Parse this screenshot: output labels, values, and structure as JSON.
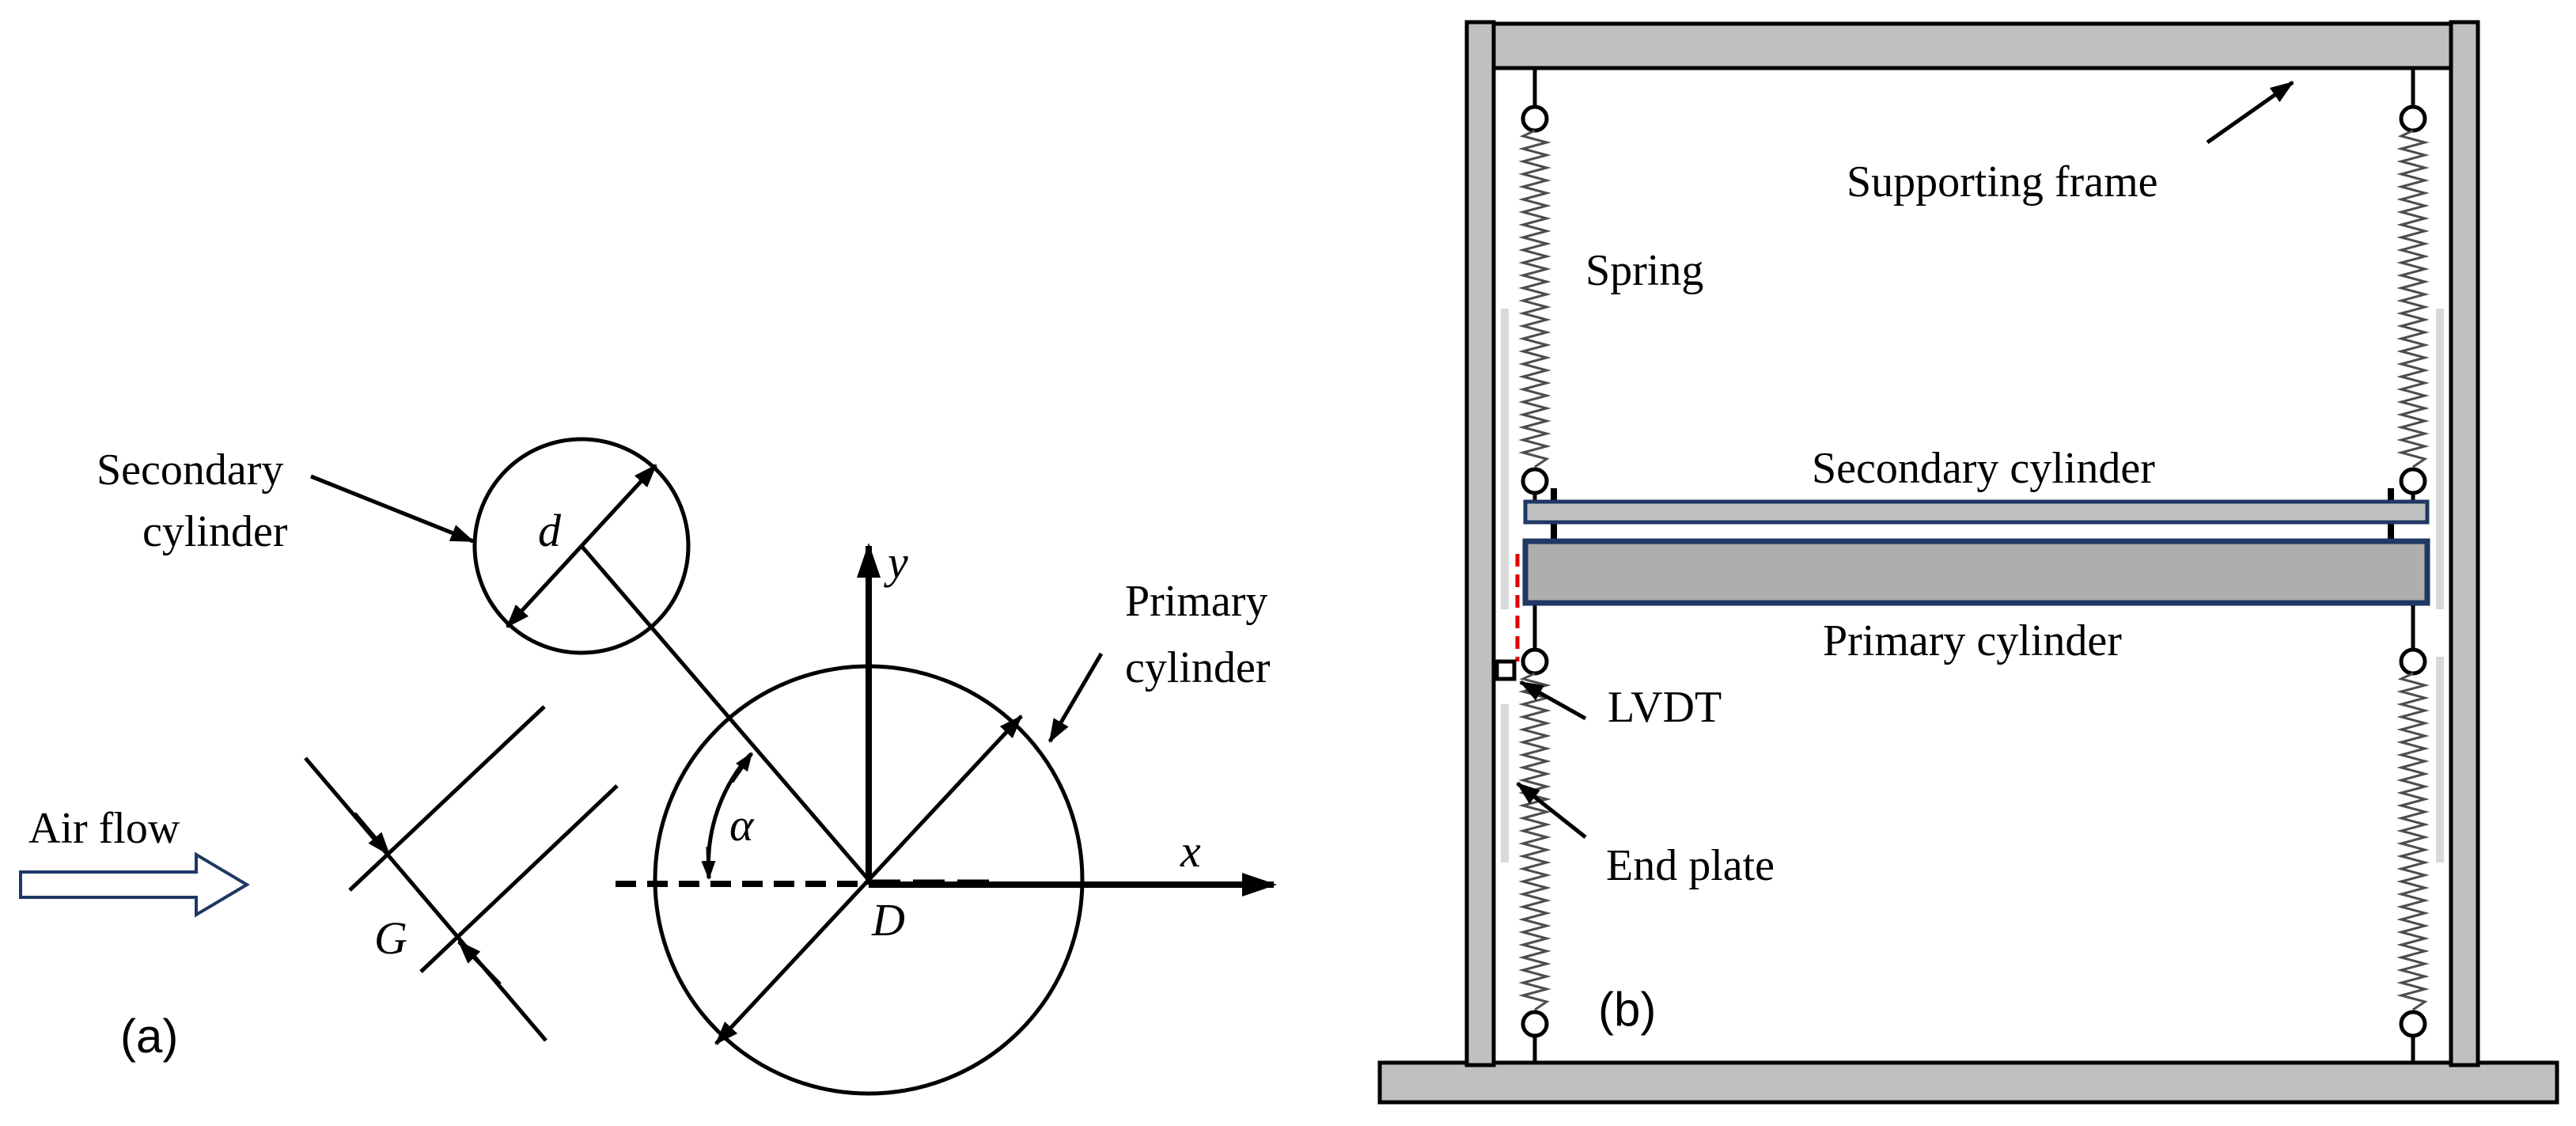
{
  "panel_a": {
    "label": "(a)",
    "air_flow": "Air flow",
    "secondary_cylinder": "Secondary cylinder",
    "secondary_cylinder_line1": "Secondary",
    "secondary_cylinder_line2": "cylinder",
    "primary_cylinder_line1": "Primary",
    "primary_cylinder_line2": "cylinder",
    "symbol_d": "d",
    "symbol_D": "D",
    "symbol_G": "G",
    "symbol_alpha": "α",
    "axis_x": "x",
    "axis_y": "y"
  },
  "panel_b": {
    "label": "(b)",
    "supporting_frame": "Supporting frame",
    "spring": "Spring",
    "secondary_cylinder": "Secondary cylinder",
    "primary_cylinder": "Primary cylinder",
    "lvdt": "LVDT",
    "end_plate": "End plate"
  },
  "colors": {
    "frame_fill": "#c0c0c0",
    "cylinder_border": "#1f3864",
    "lvdt_guide": "#e00000",
    "air_flow_arrow": "#1f3864"
  }
}
